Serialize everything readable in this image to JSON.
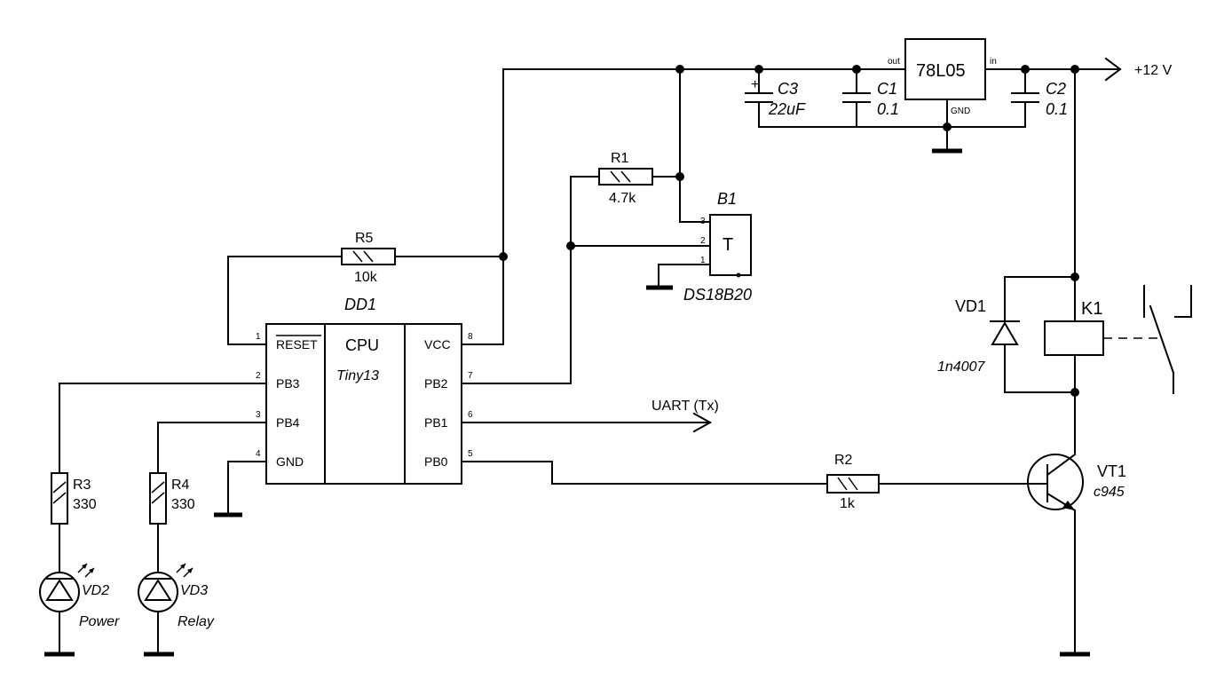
{
  "supply": {
    "label": "+12 V"
  },
  "uart": {
    "label": "UART (Tx)"
  },
  "regulator": {
    "name": "78L05",
    "pin_out": "out",
    "pin_in": "in",
    "pin_gnd": "GND"
  },
  "capacitors": {
    "c3": {
      "ref": "C3",
      "value": "22uF",
      "polarity": "+"
    },
    "c1": {
      "ref": "C1",
      "value": "0.1"
    },
    "c2": {
      "ref": "C2",
      "value": "0.1"
    }
  },
  "resistors": {
    "r1": {
      "ref": "R1",
      "value": "4.7k"
    },
    "r2": {
      "ref": "R2",
      "value": "1k"
    },
    "r3": {
      "ref": "R3",
      "value": "330"
    },
    "r4": {
      "ref": "R4",
      "value": "330"
    },
    "r5": {
      "ref": "R5",
      "value": "10k"
    }
  },
  "sensor": {
    "ref": "B1",
    "symbol": "T",
    "part": "DS18B20",
    "pins": [
      "3",
      "2",
      "1"
    ]
  },
  "mcu": {
    "ref": "DD1",
    "title": "CPU",
    "part": "Tiny13",
    "left_pins": [
      {
        "num": "1",
        "name": "RESET"
      },
      {
        "num": "2",
        "name": "PB3"
      },
      {
        "num": "3",
        "name": "PB4"
      },
      {
        "num": "4",
        "name": "GND"
      }
    ],
    "right_pins": [
      {
        "num": "8",
        "name": "VCC"
      },
      {
        "num": "7",
        "name": "PB2"
      },
      {
        "num": "6",
        "name": "PB1"
      },
      {
        "num": "5",
        "name": "PB0"
      }
    ]
  },
  "diode": {
    "ref": "VD1",
    "part": "1n4007"
  },
  "relay": {
    "ref": "K1"
  },
  "transistor": {
    "ref": "VT1",
    "part": "c945"
  },
  "leds": {
    "vd2": {
      "ref": "VD2",
      "caption": "Power"
    },
    "vd3": {
      "ref": "VD3",
      "caption": "Relay"
    }
  }
}
